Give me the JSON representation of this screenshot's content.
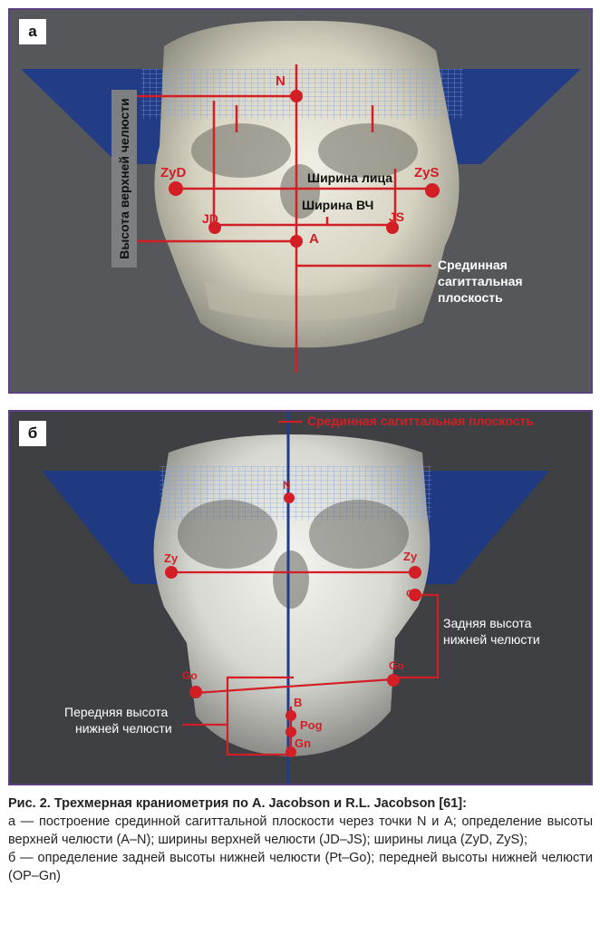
{
  "panel_a": {
    "tag": "а",
    "labels": {
      "n": "N",
      "zyd": "ZyD",
      "zys": "ZyS",
      "face_width": "Ширина лица",
      "maxilla_width": "Ширина ВЧ",
      "jd": "JD",
      "js": "JS",
      "a": "A",
      "maxilla_height": "Высота верхней челюсти",
      "median_plane_line1": "Срединная",
      "median_plane_line2": "сагиттальная",
      "median_plane_line3": "плоскость"
    }
  },
  "panel_b": {
    "tag": "б",
    "labels": {
      "median_plane": "Срединная сагиттальная плоскость",
      "n": "N",
      "zy_left": "Zy",
      "zy_right": "Zy",
      "go_upper": "Go",
      "go_left": "Go",
      "go_right": "Go",
      "b": "B",
      "pog": "Pog",
      "gn": "Gn",
      "post_height_line1": "Задняя высота",
      "post_height_line2": "нижней челюсти",
      "ant_height_line1": "Передняя высота",
      "ant_height_line2": "нижней челюсти"
    }
  },
  "caption": {
    "title": "Рис. 2. Трехмерная краниометрия по A. Jacobson и R.L. Jacobson [61]:",
    "line_a": "а — построение срединной сагиттальной плоскости через точки N и A; определение высоты верхней челюсти (A–N); ширины верхней челюсти (JD–JS); ширины лица (ZyD, ZyS);",
    "line_b": "б — определение задней высоты нижней челюсти (Pt–Go); передней высоты нижней челюсти (OP–Gn)"
  },
  "colors": {
    "annotation_red": "#d21e24",
    "plane_blue": "#1e3c8c",
    "frame_purple": "#5a3f82"
  }
}
